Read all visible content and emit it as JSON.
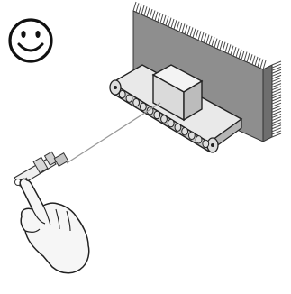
{
  "scene": {
    "face": "smiley-face",
    "wall": "hatched-wall",
    "conveyor": "belt-conveyor",
    "box": "cube-box",
    "cable": "signal-line",
    "device": "remote-sensor",
    "hand": "pointing-hand"
  },
  "colors": {
    "outline": "#1a1a1a",
    "wall_face": "#8c8c8c",
    "wall_hatch": "#5a5a5a",
    "belt_top": "#e8e8e8",
    "belt_side": "#c8c8c8",
    "box_top": "#f4f4f4",
    "box_front": "#dcdcdc",
    "box_side": "#bdbdbd",
    "hand_fill": "#f6f6f6",
    "cable": "#9a9a9a"
  }
}
